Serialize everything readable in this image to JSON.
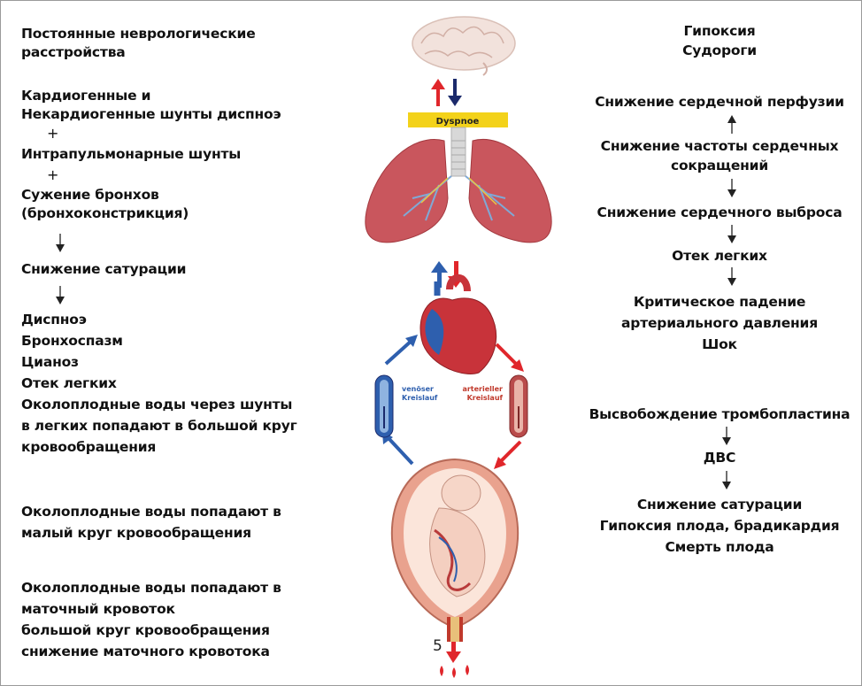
{
  "left": {
    "neuro": [
      "Постоянные неврологические",
      "расстройства"
    ],
    "shunts": [
      "Кардиогенные и",
      "Некардиогенные шунты диспноэ"
    ],
    "plus": "+",
    "intrapulm": "Интрапульмонарные шунты",
    "broncho": [
      "Сужение бронхов",
      "(бронхоконстрикция)"
    ],
    "saturation": "Снижение сатурации",
    "symptoms": [
      "Диспноэ",
      "Бронхоспазм",
      "Цианоз",
      "Отек легких",
      "Околоплодные воды через шунты",
      "в легких попадают в большой круг",
      "кровообращения"
    ],
    "small_circle": [
      "Околоплодные воды попадают в",
      "малый круг кровообращения"
    ],
    "uterine": [
      "Околоплодные воды попадают в",
      "маточный кровоток",
      "большой круг кровообращения",
      "снижение маточного кровотока"
    ]
  },
  "right": {
    "hypoxia": [
      "Гипоксия",
      "Судороги"
    ],
    "perfusion": "Снижение сердечной перфузии",
    "heart_rate": [
      "Снижение частоты сердечных",
      "сокращений"
    ],
    "output": "Снижение сердечного выброса",
    "edema": "Отек легких",
    "pressure": [
      "Критическое падение",
      "артериального давления",
      "Шок"
    ],
    "thrombo": "Высвобождение тромбопластина",
    "dic": "ДВС",
    "fetal": [
      "Снижение сатурации",
      "Гипоксия плода, брадикардия",
      "Смерть плода"
    ]
  },
  "illustration": {
    "dyspnoe_label": "Dyspnoe",
    "venous_label": [
      "venöser",
      "Kreislauf"
    ],
    "arterial_label": [
      "arterieller",
      "Kreislauf"
    ],
    "number": "5"
  },
  "colors": {
    "red": "#e0262b",
    "blue": "#2e5fae",
    "navy": "#1b2a6b",
    "dyspnoe_bg": "#f3d21a"
  }
}
